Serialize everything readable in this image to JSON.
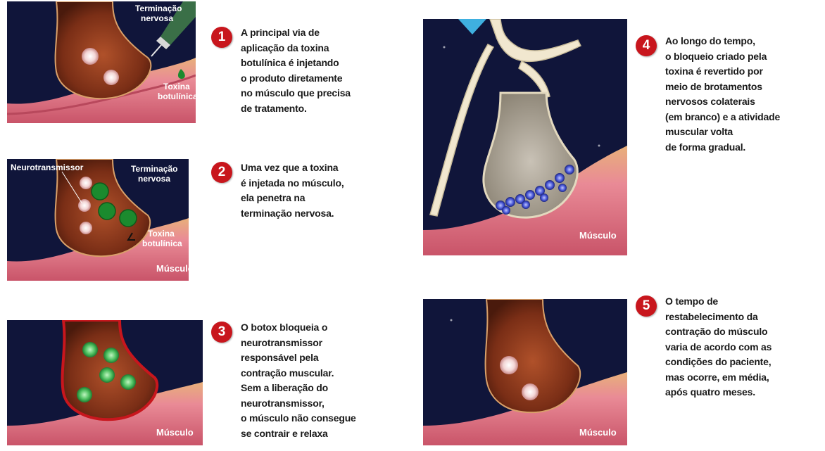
{
  "colors": {
    "badge": "#c8161d",
    "background": "#10153a",
    "muscle": "#e07a8c",
    "terminal": "#8a3a1e",
    "toxin": "#1b8a2e",
    "sprout": "#f1e7cf"
  },
  "steps": [
    {
      "number": "1",
      "text": "A principal via de\naplicação da toxina\nbotulínica é injetando\no produto diretamente\nno músculo que precisa\nde tratamento.",
      "labels": {
        "terminal": "Terminação\nnervosa",
        "toxin": "Toxina\nbotulínica"
      },
      "icon": "syringe-icon"
    },
    {
      "number": "2",
      "text": "Uma vez que a toxina\né injetada no músculo,\nela penetra na\nterminação nervosa.",
      "labels": {
        "neurotransmitter": "Neurotransmissor",
        "terminal": "Terminação\nnervosa",
        "toxin": "Toxina\nbotulínica",
        "muscle": "Músculo"
      }
    },
    {
      "number": "3",
      "text": "O botox bloqueia o\nneurotransmissor\nresponsável pela\ncontração muscular.\nSem a liberação do\nneurotransmissor,\no músculo não consegue\nse contrair e relaxa",
      "labels": {
        "muscle": "Músculo"
      }
    },
    {
      "number": "4",
      "text": "Ao longo do tempo,\no bloqueio criado pela\ntoxina é revertido por\nmeio de brotamentos\nnervosos colaterais\n(em branco) e a atividade\nmuscular volta\nde forma gradual.",
      "labels": {
        "muscle": "Músculo"
      }
    },
    {
      "number": "5",
      "text": "O tempo de\nrestabelecimento da\ncontração do músculo\nvaria de acordo com as\ncondições do paciente,\nmas ocorre, em média,\napós quatro meses.",
      "labels": {
        "muscle": "Músculo"
      }
    }
  ]
}
